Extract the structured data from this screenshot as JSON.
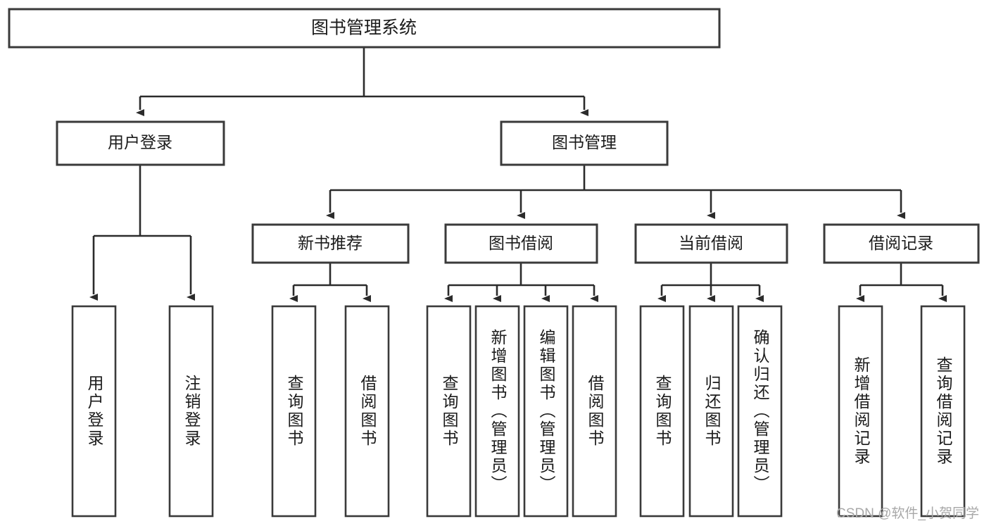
{
  "diagram": {
    "type": "tree",
    "title_node": {
      "id": "root",
      "label": "图书管理系统"
    },
    "level2": [
      {
        "id": "user-login",
        "label": "用户登录"
      },
      {
        "id": "book-manage",
        "label": "图书管理"
      }
    ],
    "level3": [
      {
        "id": "new-book-rec",
        "label": "新书推荐",
        "parent": "book-manage"
      },
      {
        "id": "book-borrow",
        "label": "图书借阅",
        "parent": "book-manage"
      },
      {
        "id": "current-borrow",
        "label": "当前借阅",
        "parent": "book-manage"
      },
      {
        "id": "borrow-record",
        "label": "借阅记录",
        "parent": "book-manage"
      }
    ],
    "leaves": [
      {
        "id": "leaf-user-login",
        "label": "用户登录",
        "parent": "user-login"
      },
      {
        "id": "leaf-logout",
        "label": "注销登录",
        "parent": "user-login"
      },
      {
        "id": "leaf-query-book-1",
        "label": "查询图书",
        "parent": "new-book-rec"
      },
      {
        "id": "leaf-borrow-book-1",
        "label": "借阅图书",
        "parent": "new-book-rec"
      },
      {
        "id": "leaf-query-book-2",
        "label": "查询图书",
        "parent": "book-borrow"
      },
      {
        "id": "leaf-add-book",
        "label": "新增图书（管理员）",
        "parent": "book-borrow"
      },
      {
        "id": "leaf-edit-book",
        "label": "编辑图书（管理员）",
        "parent": "book-borrow"
      },
      {
        "id": "leaf-borrow-book-2",
        "label": "借阅图书",
        "parent": "book-borrow"
      },
      {
        "id": "leaf-query-book-3",
        "label": "查询图书",
        "parent": "current-borrow"
      },
      {
        "id": "leaf-return-book",
        "label": "归还图书",
        "parent": "current-borrow"
      },
      {
        "id": "leaf-confirm-return",
        "label": "确认归还（管理员）",
        "parent": "current-borrow"
      },
      {
        "id": "leaf-add-record",
        "label": "新增借阅记录",
        "parent": "borrow-record"
      },
      {
        "id": "leaf-query-record",
        "label": "查询借阅记录",
        "parent": "borrow-record"
      }
    ],
    "colors": {
      "box_stroke": "#3a3a3a",
      "connector": "#2b2b2b",
      "box_fill": "#ffffff",
      "text": "#1b1b1b",
      "watermark": "#a8a8a8"
    }
  },
  "watermark": {
    "text": "CSDN @软件_小贺同学"
  }
}
